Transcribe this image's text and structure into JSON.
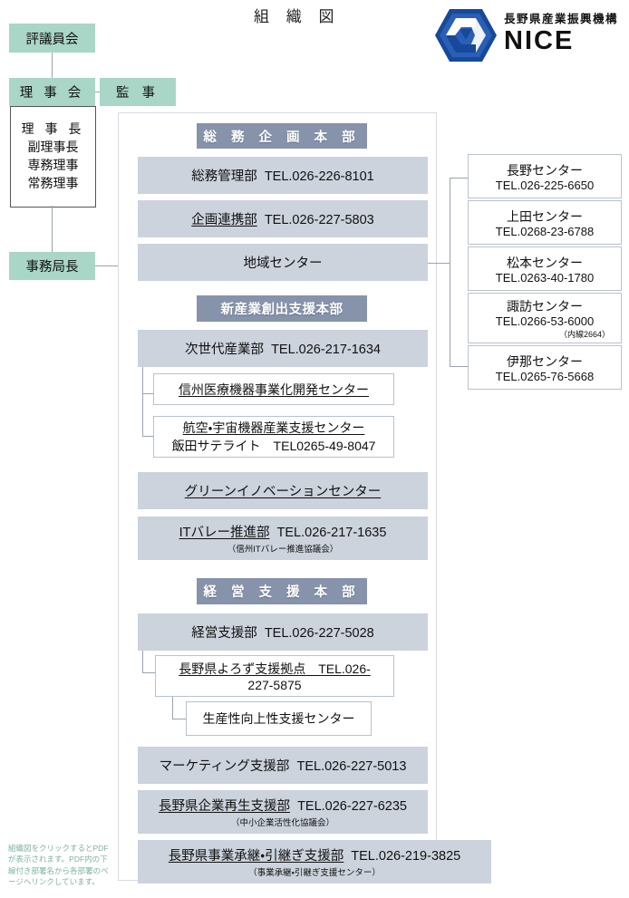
{
  "page": {
    "title": "組 織 図"
  },
  "logo": {
    "mark_name": "nice-hexagon-logo",
    "jp_name": "長野県産業振興機構",
    "en_name": "NICE",
    "brand_color": "#17499b"
  },
  "governance": {
    "councillors": "評議員会",
    "board": "理 事 会",
    "auditor": "監 事",
    "secretary_general": "事務局長",
    "officers": [
      "理 事 長",
      "副理事長",
      "専務理事",
      "常務理事"
    ]
  },
  "divisions": [
    {
      "header": "総 務 企 画 本 部",
      "departments": [
        {
          "name": "総務管理部",
          "tel": "TEL.026-226-8101",
          "underline": false
        },
        {
          "name": "企画連携部",
          "tel": "TEL.026-227-5803",
          "underline": true
        },
        {
          "name": "地域センター",
          "tel": "",
          "underline": false
        }
      ]
    },
    {
      "header": "新産業創出支援本部",
      "departments": [
        {
          "name": "次世代産業部",
          "tel": "TEL.026-217-1634",
          "underline": false
        },
        {
          "name": "グリーンイノベーションセンター",
          "tel": "",
          "underline": true
        },
        {
          "name": "ITバレー推進部",
          "tel": "TEL.026-217-1635",
          "sub": "（信州ITバレー推進協議会）",
          "underline": true
        }
      ],
      "sub_boxes": [
        {
          "line1": "信州医療機器事業化開発センター",
          "line2": "",
          "underline": true
        },
        {
          "line1": "航空・宇宙機器産業支援センター",
          "line2": "飯田サテライト　TEL0265-49-8047",
          "underline": true
        }
      ]
    },
    {
      "header": "経 営 支 援 本 部",
      "departments": [
        {
          "name": "経営支援部",
          "tel": "TEL.026-227-5028",
          "underline": false
        },
        {
          "name": "マーケティング支援部",
          "tel": "TEL.026-227-5013",
          "underline": false
        },
        {
          "name": "長野県企業再生支援部",
          "tel": "TEL.026-227-6235",
          "sub": "（中小企業活性化協議会）",
          "underline": true
        },
        {
          "name": "長野県事業承継・引継ぎ支援部",
          "tel": "TEL.026-219-3825",
          "sub": "（事業承継・引継ぎ支援センター）",
          "underline": true
        }
      ],
      "sub_boxes": [
        {
          "line1": "長野県よろず支援拠点　TEL.026-",
          "line2": "227-5875",
          "underline": true
        },
        {
          "line1": "生産性向上性支援センター",
          "line2": "",
          "underline": false
        }
      ]
    }
  ],
  "regional_centers": [
    {
      "name": "長野センター",
      "tel": "TEL.026-225-6650",
      "ext": ""
    },
    {
      "name": "上田センター",
      "tel": "TEL.0268-23-6788",
      "ext": ""
    },
    {
      "name": "松本センター",
      "tel": "TEL.0263-40-1780",
      "ext": ""
    },
    {
      "name": "諏訪センター",
      "tel": "TEL.0266-53-6000",
      "ext": "（内線2664）"
    },
    {
      "name": "伊那センター",
      "tel": "TEL.0265-76-5668",
      "ext": ""
    }
  ],
  "footnote": "組織図をクリックするとPDFが表示されます。PDF内の下線付き部署名から各部署のページへリンクしています。",
  "colors": {
    "teal_box": "#a9d6c6",
    "header_bar": "#8693ab",
    "dept_box": "#ccd3dd",
    "line": "#9aa4b0"
  }
}
